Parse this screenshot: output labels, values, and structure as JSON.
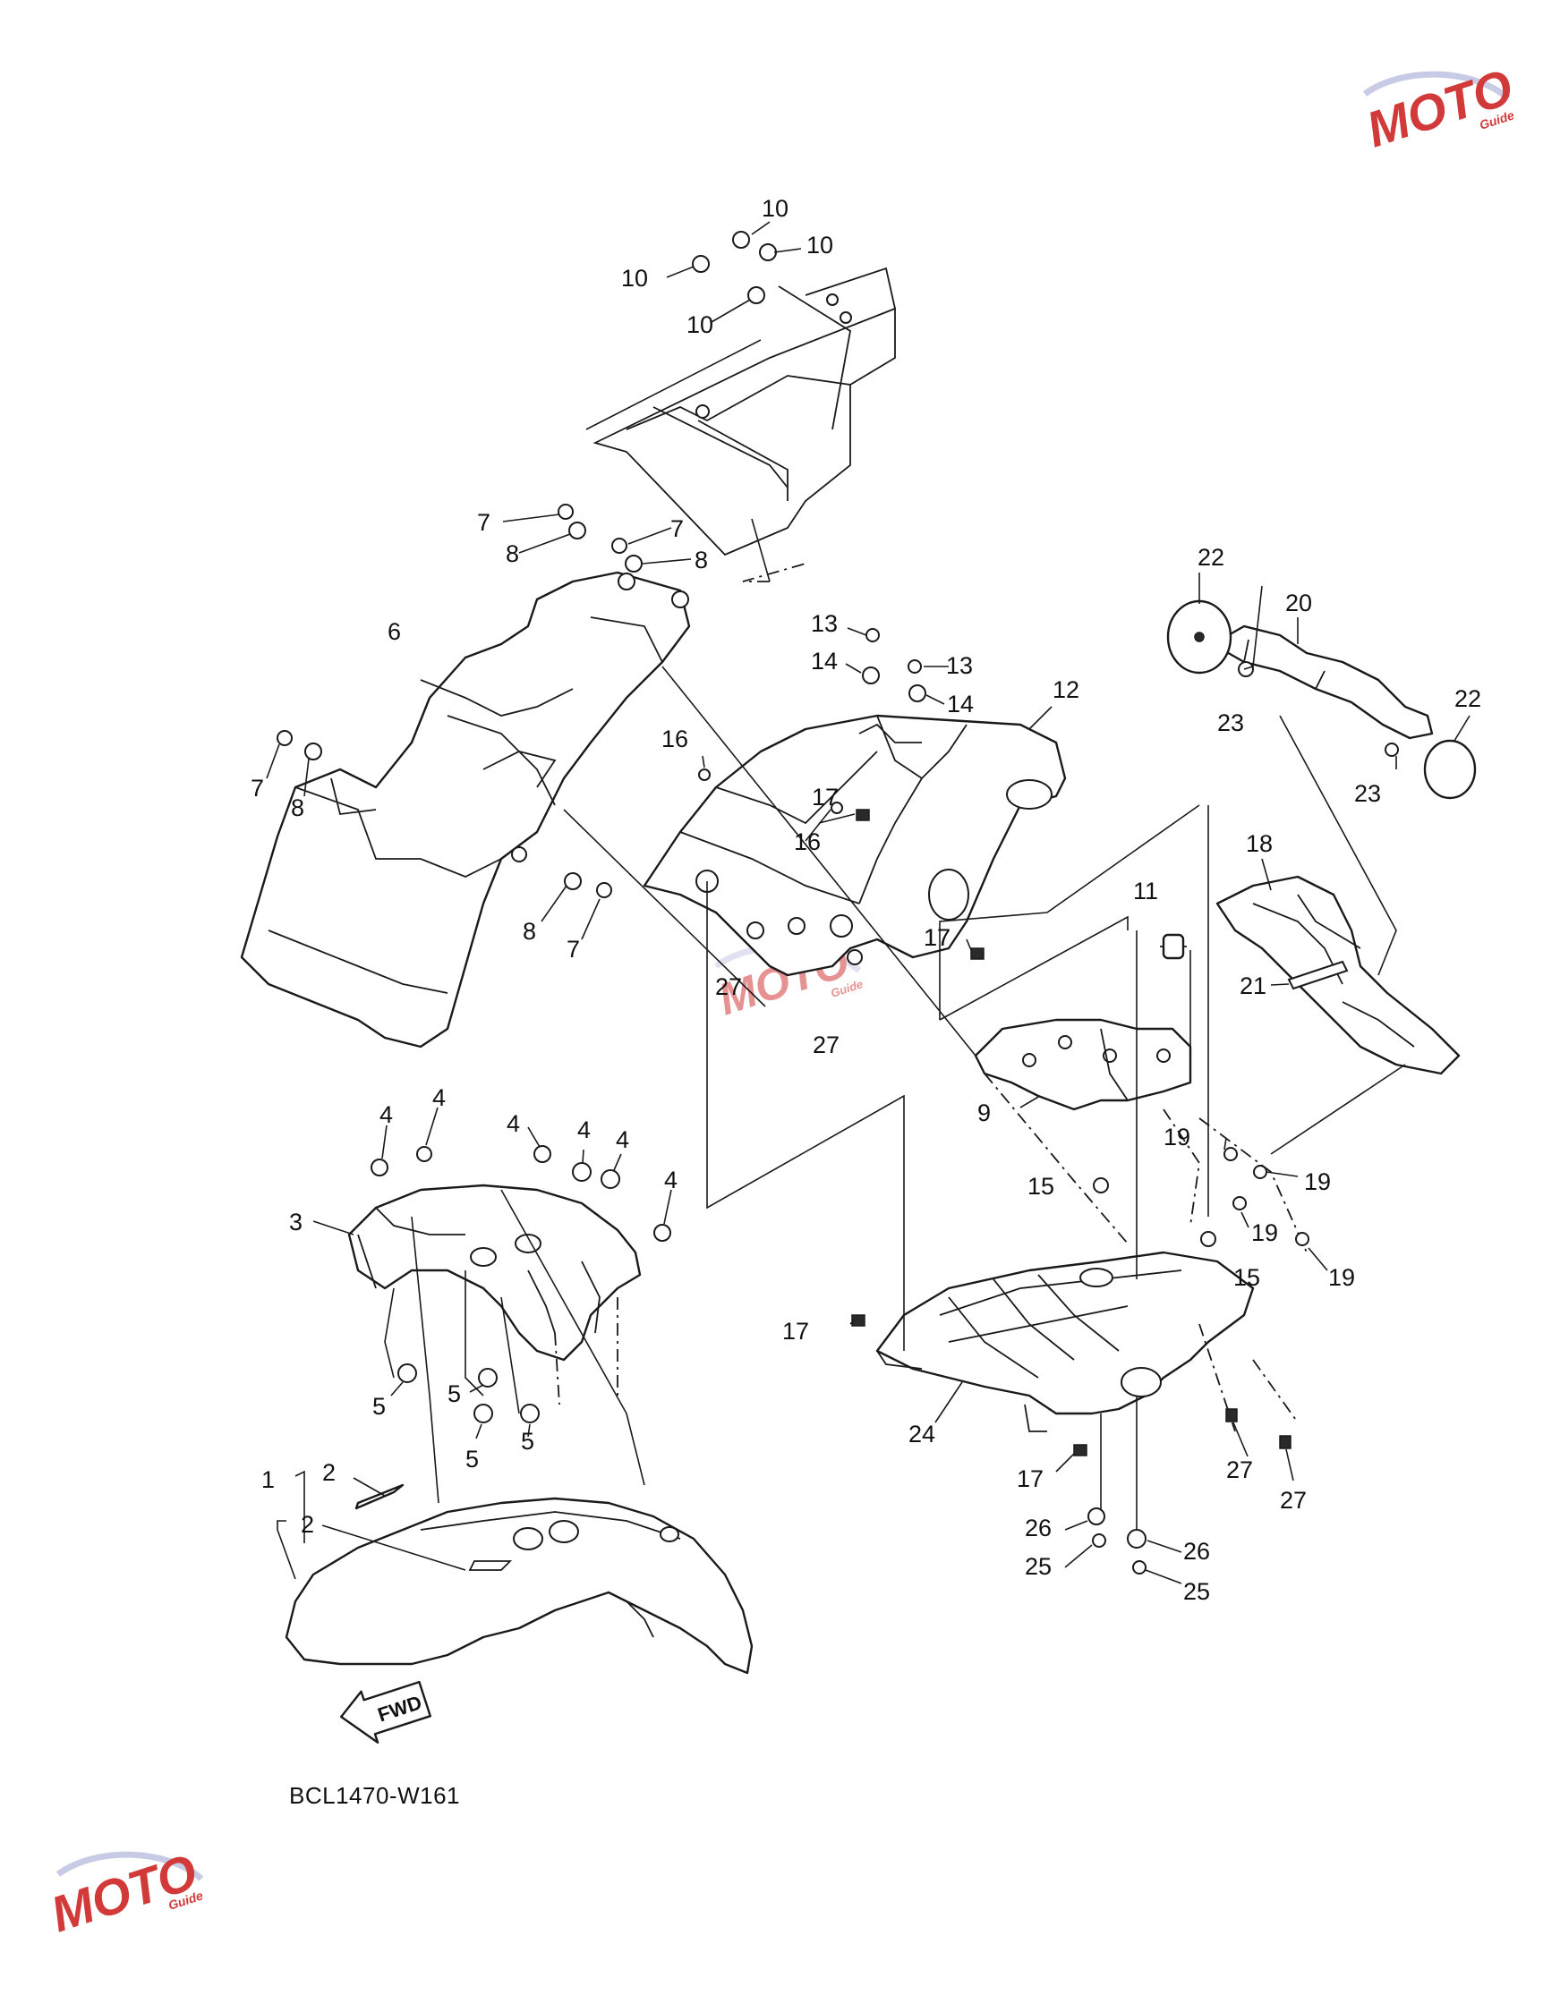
{
  "drawing_code": "BCL1470-W161",
  "direction_label": "FWD",
  "watermark": {
    "brand": "MOTO",
    "tagline": "Guide",
    "accent": "#d23a3a",
    "accent2": "#c8cbe6"
  },
  "callouts": {
    "c10a": "10",
    "c10b": "10",
    "c10c": "10",
    "c10d": "10",
    "c7a": "7",
    "c7b": "7",
    "c7c": "7",
    "c7d": "7",
    "c8a": "8",
    "c8b": "8",
    "c8c": "8",
    "c8d": "8",
    "c6": "6",
    "c13a": "13",
    "c13b": "13",
    "c14a": "14",
    "c14b": "14",
    "c12": "12",
    "c16a": "16",
    "c16b": "16",
    "c17a": "17",
    "c17b": "17",
    "c17c": "17",
    "c17d": "17",
    "c27a": "27",
    "c27b": "27",
    "c27c": "27",
    "c27d": "27",
    "c22a": "22",
    "c22b": "22",
    "c20": "20",
    "c23a": "23",
    "c23b": "23",
    "c18": "18",
    "c11": "11",
    "c21": "21",
    "c9": "9",
    "c15a": "15",
    "c15b": "15",
    "c19a": "19",
    "c19b": "19",
    "c19c": "19",
    "c19d": "19",
    "c4a": "4",
    "c4b": "4",
    "c4c": "4",
    "c4d": "4",
    "c4e": "4",
    "c4f": "4",
    "c3": "3",
    "c5a": "5",
    "c5b": "5",
    "c5c": "5",
    "c5d": "5",
    "c24": "24",
    "c26a": "26",
    "c26b": "26",
    "c25a": "25",
    "c25b": "25",
    "c1": "1",
    "c2a": "2",
    "c2b": "2"
  }
}
